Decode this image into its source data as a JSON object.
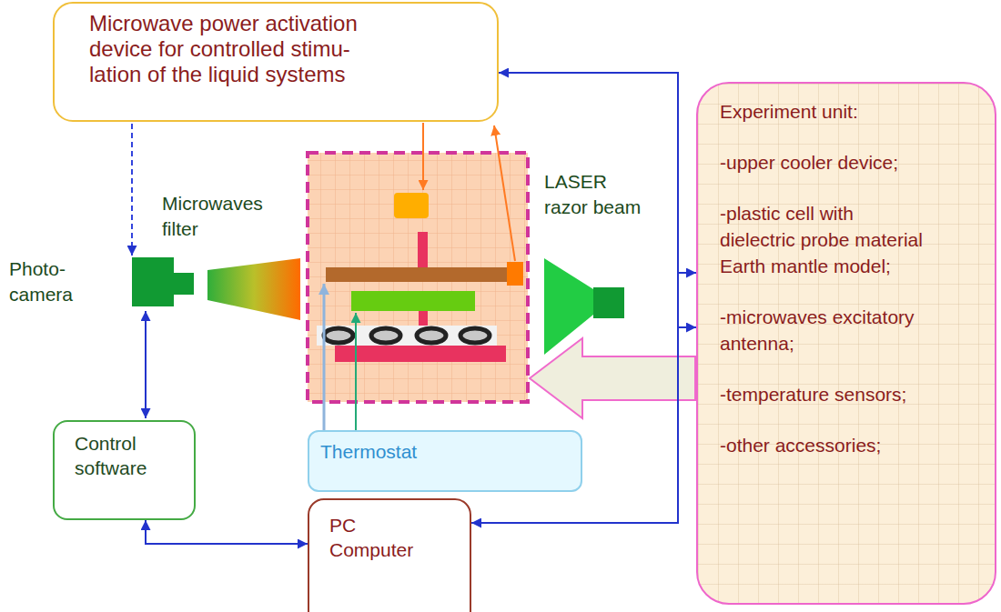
{
  "diagram": {
    "nodes": [
      {
        "text": [
          "Microwave power activation device for controlled stimu- lation of the liquid systems"
        ]
      },
      {
        "text": [
          "Experiment unit:",
          "-upper cooler device;",
          "-plastic cell with dielectric probe material Earth mantle model;",
          "-microwaves excitatory antenna;",
          "-temperature sensors;",
          "-other accessories;"
        ]
      },
      {
        "text": [
          "Thermostat"
        ]
      },
      {
        "text": [
          "Control software"
        ]
      },
      {
        "text": [
          "PC Computer"
        ]
      }
    ],
    "edges": [
      {
        "from": 0,
        "to": 1,
        "arrow": "both"
      },
      {
        "from": 3,
        "to": 4,
        "arrow": "both"
      },
      {
        "from": 4,
        "to": 1,
        "arrow": "both"
      }
    ],
    "labels": [
      "Photo- camera",
      "Microwaves filter",
      "LASER razor beam"
    ]
  }
}
